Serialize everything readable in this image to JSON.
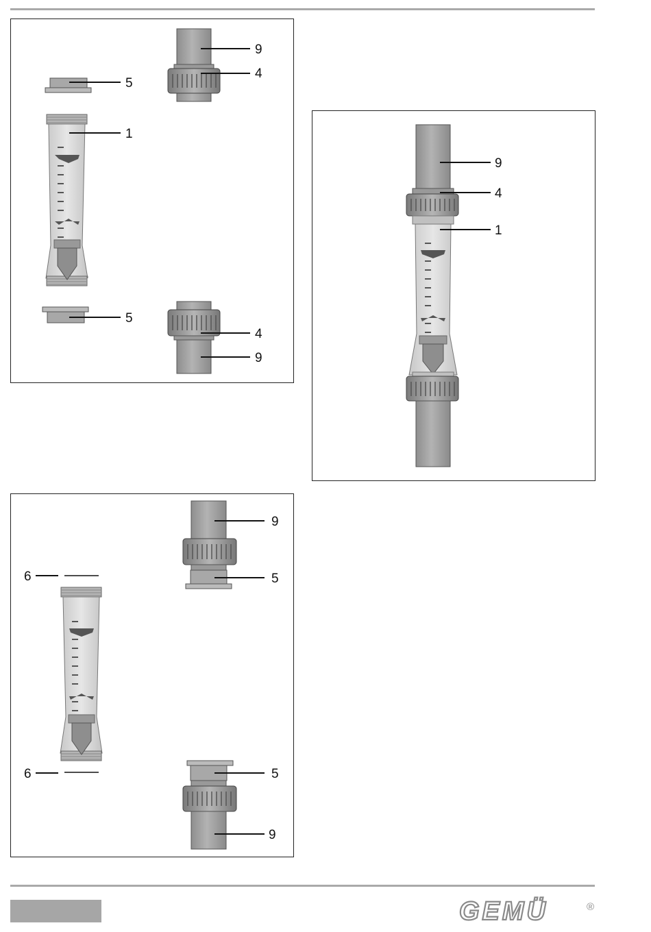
{
  "figure_a": {
    "labels": {
      "pipe_top": "9",
      "nut_top": "4",
      "insert_top": "5",
      "body": "1",
      "insert_bottom": "5",
      "nut_bottom": "4",
      "pipe_bottom": "9"
    }
  },
  "figure_b": {
    "labels": {
      "pipe": "9",
      "nut": "4",
      "body": "1"
    }
  },
  "figure_c": {
    "labels": {
      "pipe_top": "9",
      "seal_top": "6",
      "insert_top": "5",
      "seal_bottom": "6",
      "insert_bottom": "5",
      "pipe_bottom": "9"
    }
  },
  "footer": {
    "logo_text": "GEMÜ",
    "registered_mark": "®"
  }
}
